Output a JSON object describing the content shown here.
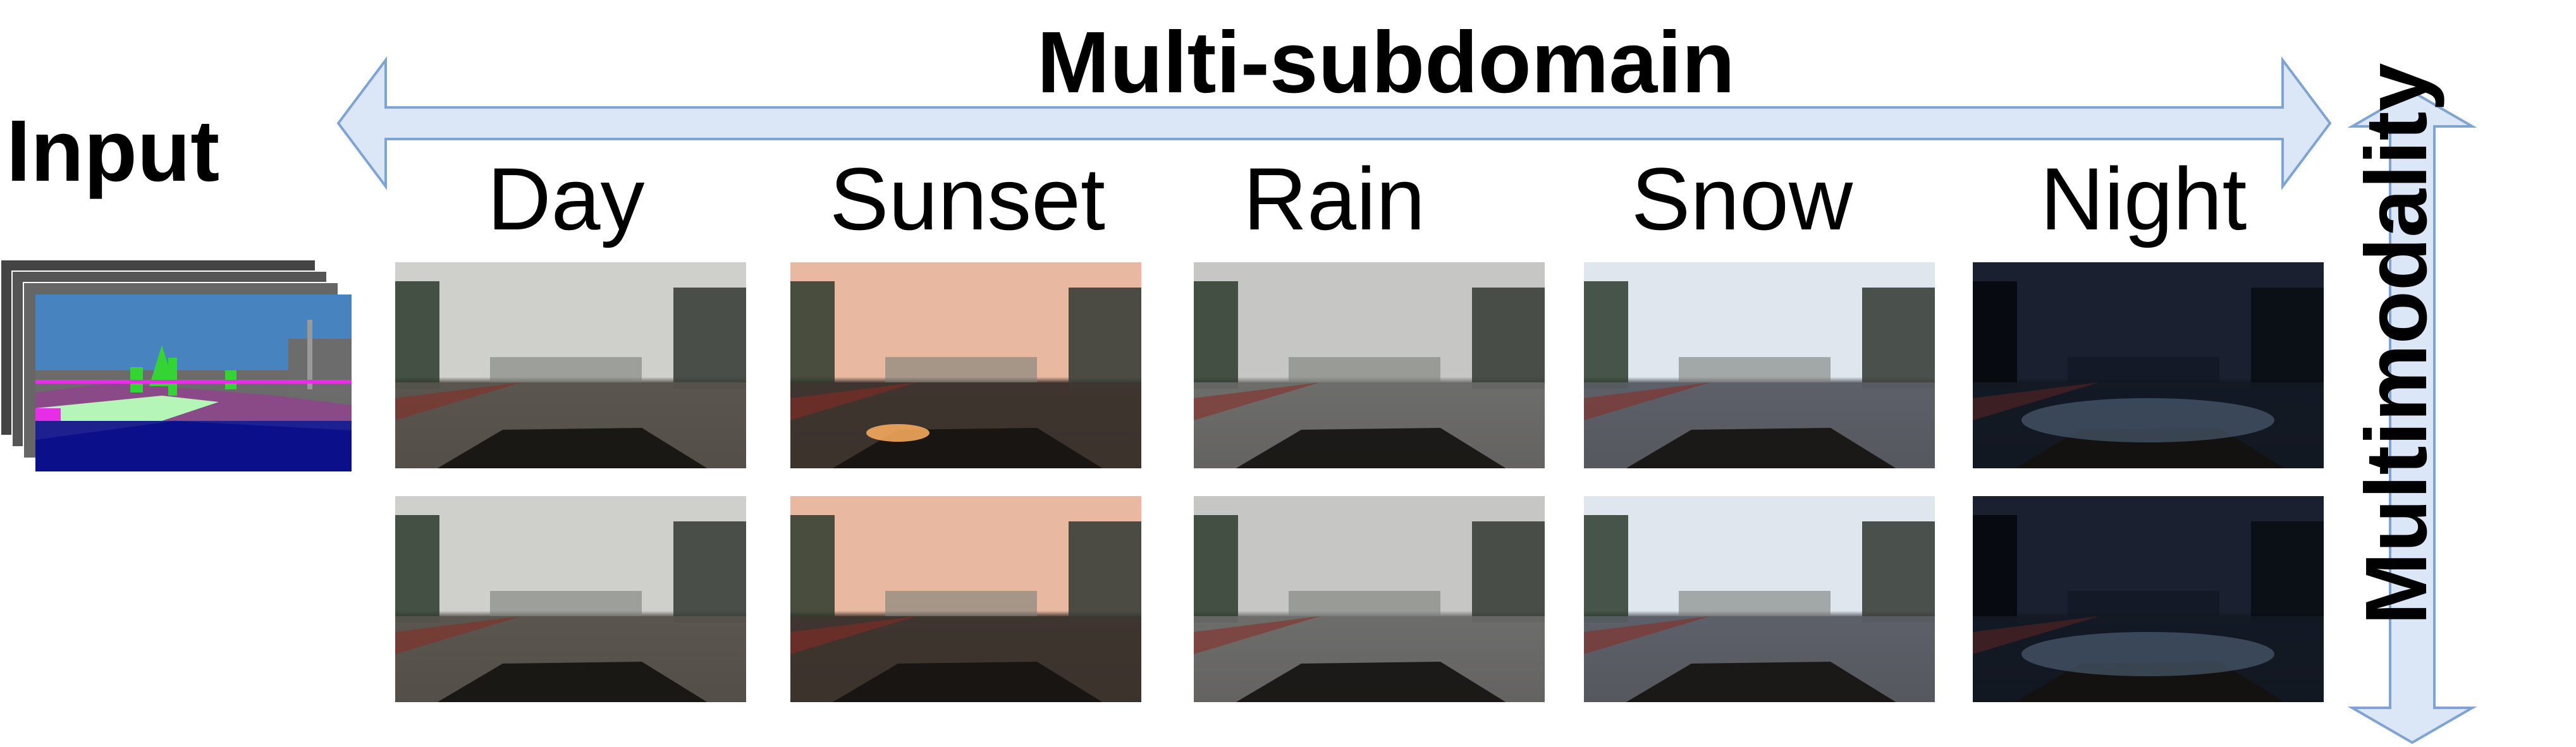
{
  "header": {
    "horizontal_label": "Multi-subdomain",
    "vertical_label": "Multimodality"
  },
  "input": {
    "label": "Input"
  },
  "columns": [
    {
      "name": "Day"
    },
    {
      "name": "Sunset"
    },
    {
      "name": "Rain"
    },
    {
      "name": "Snow"
    },
    {
      "name": "Night"
    }
  ],
  "colors": {
    "arrow_fill": "#dbe7f6",
    "arrow_stroke": "#7fa4d3",
    "day_sky": "#cfd0cc",
    "day_road": "#5a564f",
    "sunset_sky": "#e9b8a0",
    "sunset_road": "#3f352f",
    "rain_sky": "#c6c6c4",
    "rain_road": "#6d6d6b",
    "snow_sky": "#dfe6ee",
    "snow_road": "#5d6068",
    "night_sky": "#1a2030",
    "night_road": "#141a24"
  }
}
